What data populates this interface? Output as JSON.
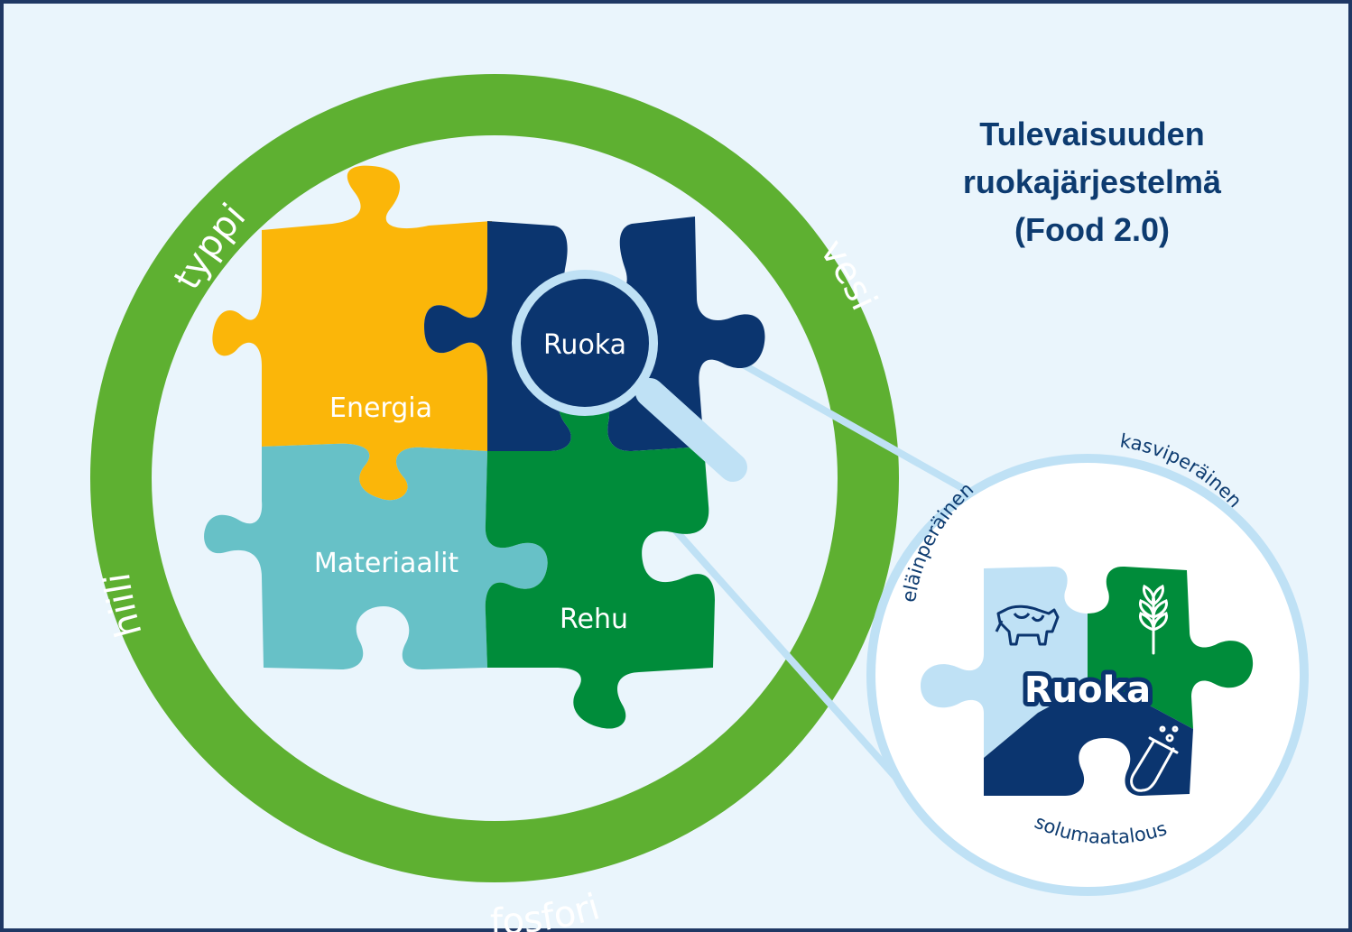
{
  "title": {
    "line1": "Tulevaisuuden",
    "line2": "ruokajärjestelmä",
    "line3": "(Food 2.0)"
  },
  "ring_labels": {
    "typpi": "typpi",
    "vesi": "vesi",
    "hiili": "hiili",
    "fosfori": "fosfori"
  },
  "pieces": {
    "energia": "Energia",
    "ruoka": "Ruoka",
    "materiaalit": "Materiaalit",
    "rehu": "Rehu"
  },
  "zoom": {
    "center_label": "Ruoka",
    "elainperainen": "eläinperäinen",
    "kasviperainen": "kasviperäinen",
    "solumaatalous": "solumaatalous"
  },
  "colors": {
    "ring_green": "#5eb031",
    "energia_yellow": "#fbb609",
    "ruoka_navy": "#0b356f",
    "materiaalit_teal": "#67c1c7",
    "rehu_green": "#008c3a",
    "lens_blue": "#bfe1f5",
    "title_navy": "#0d3b70"
  },
  "icons": [
    "cow-icon",
    "wheat-icon",
    "test-tube-icon",
    "magnifying-glass-icon"
  ]
}
